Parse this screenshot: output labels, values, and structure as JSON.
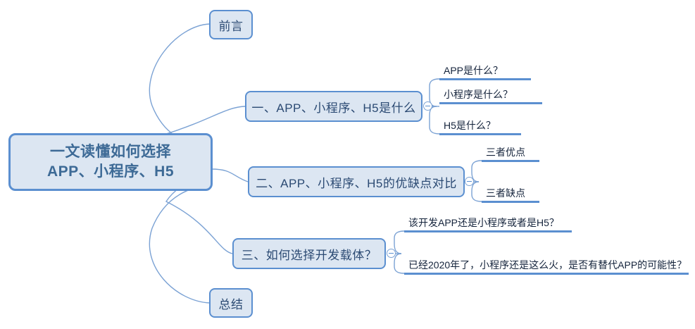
{
  "map": {
    "root": {
      "label": "一文读懂如何选择\nAPP、小程序、H5"
    },
    "branches": [
      {
        "id": "preface",
        "label": "前言",
        "children": []
      },
      {
        "id": "what-is",
        "label": "一、APP、小程序、H5是什么",
        "toggle_icon": "collapse-minus-icon",
        "children": [
          {
            "id": "what-is-app",
            "label": "APP是什么？"
          },
          {
            "id": "what-is-miniprogram",
            "label": "小程序是什么？"
          },
          {
            "id": "what-is-h5",
            "label": "H5是什么？"
          }
        ]
      },
      {
        "id": "pros-cons",
        "label": "二、APP、小程序、H5的优缺点对比",
        "toggle_icon": "collapse-minus-icon",
        "children": [
          {
            "id": "pros",
            "label": "三者优点"
          },
          {
            "id": "cons",
            "label": "三者缺点"
          }
        ]
      },
      {
        "id": "how-to-choose",
        "label": "三、如何选择开发载体？",
        "toggle_icon": "collapse-minus-icon",
        "children": [
          {
            "id": "choose-which",
            "label": "该开发APP还是小程序或者是H5？"
          },
          {
            "id": "replace-app",
            "label": "已经2020年了，小程序还是这么火，是否有替代APP的可能性？"
          }
        ]
      },
      {
        "id": "summary",
        "label": "总结",
        "children": []
      }
    ],
    "colors": {
      "node_fill": "#dce6f2",
      "node_border": "#5b8fd0",
      "root_text": "#3d6a96",
      "branch_text": "#2b4a73",
      "leaf_text": "#14233b",
      "connector": "#7ba2d4",
      "leaf_rule": "#5b8fd0",
      "background": "#ffffff"
    }
  }
}
